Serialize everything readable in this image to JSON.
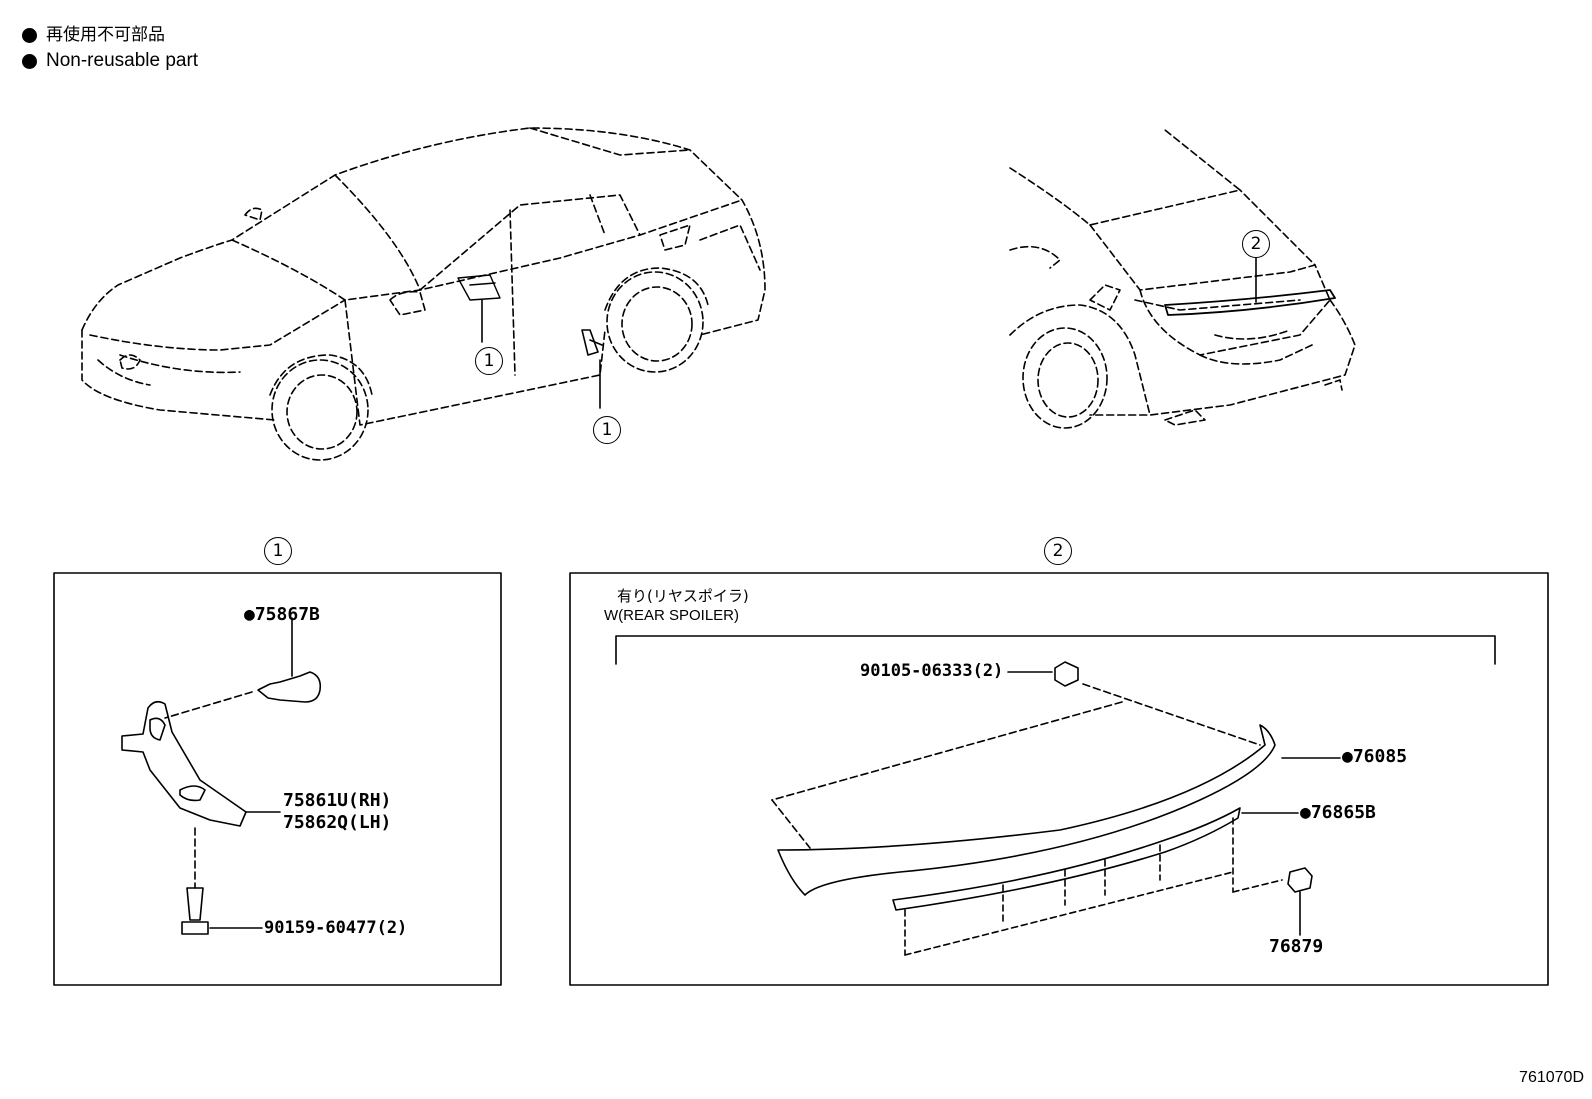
{
  "legend": {
    "jp": "再使用不可部品",
    "en": "Non-reusable part"
  },
  "callouts": {
    "c1": "1",
    "c2": "2"
  },
  "panel1": {
    "title": "1",
    "part_clip": "75867B",
    "part_rh": "75861U(RH)",
    "part_lh": "75862Q(LH)",
    "part_screw": "90159-60477(2)"
  },
  "panel2": {
    "title": "2",
    "condition_jp": "有り(リヤスポイラ)",
    "condition_en": "W(REAR SPOILER)",
    "part_bolt": "90105-06333(2)",
    "part_spoiler": "76085",
    "part_seal": "76865B",
    "part_clip": "76879"
  },
  "diagram_code": "761070D"
}
